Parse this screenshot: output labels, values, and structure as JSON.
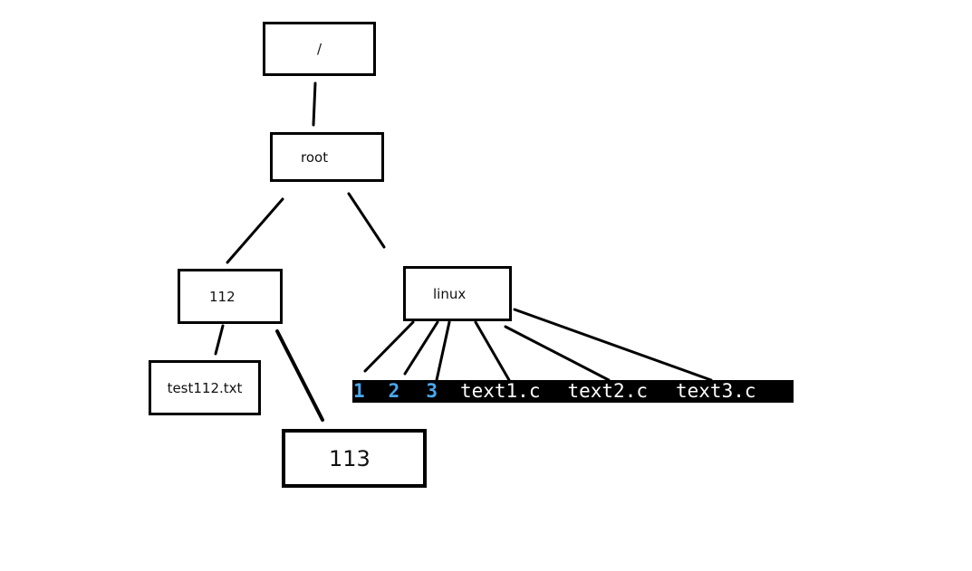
{
  "tree": {
    "root_slash": "/",
    "root": "root",
    "dir_112": "112",
    "dir_linux": "linux",
    "file_test112": "test112.txt",
    "dir_113": "113"
  },
  "terminal_listing": {
    "directories": [
      "1",
      "2",
      "3"
    ],
    "files": [
      "text1.c",
      "text2.c",
      "text3.c"
    ]
  },
  "colors": {
    "terminal_background": "#000000",
    "directory_text": "#4aa8f0",
    "file_text": "#ffffff",
    "box_border": "#000000"
  }
}
